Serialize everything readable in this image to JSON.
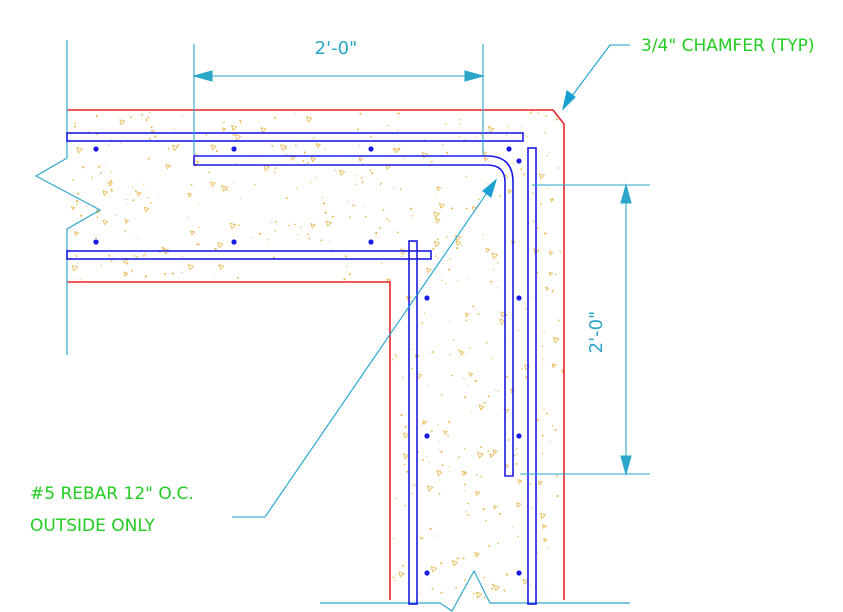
{
  "dimensions": {
    "horizontal": "2'-0\"",
    "vertical": "2'-0\""
  },
  "notes": {
    "chamfer": "3/4\" CHAMFER (TYP)",
    "rebar_line1": "#5 REBAR 12\" O.C.",
    "rebar_line2": "OUTSIDE ONLY"
  },
  "colors": {
    "concrete_outline": "#e8222a",
    "rebar": "#1a1ae8",
    "dimension": "#2aa6c8",
    "leader": "#1aa0d0",
    "note": "#22cc22",
    "aggregate": "#e8b64a",
    "break_line": "#30a8cc"
  }
}
